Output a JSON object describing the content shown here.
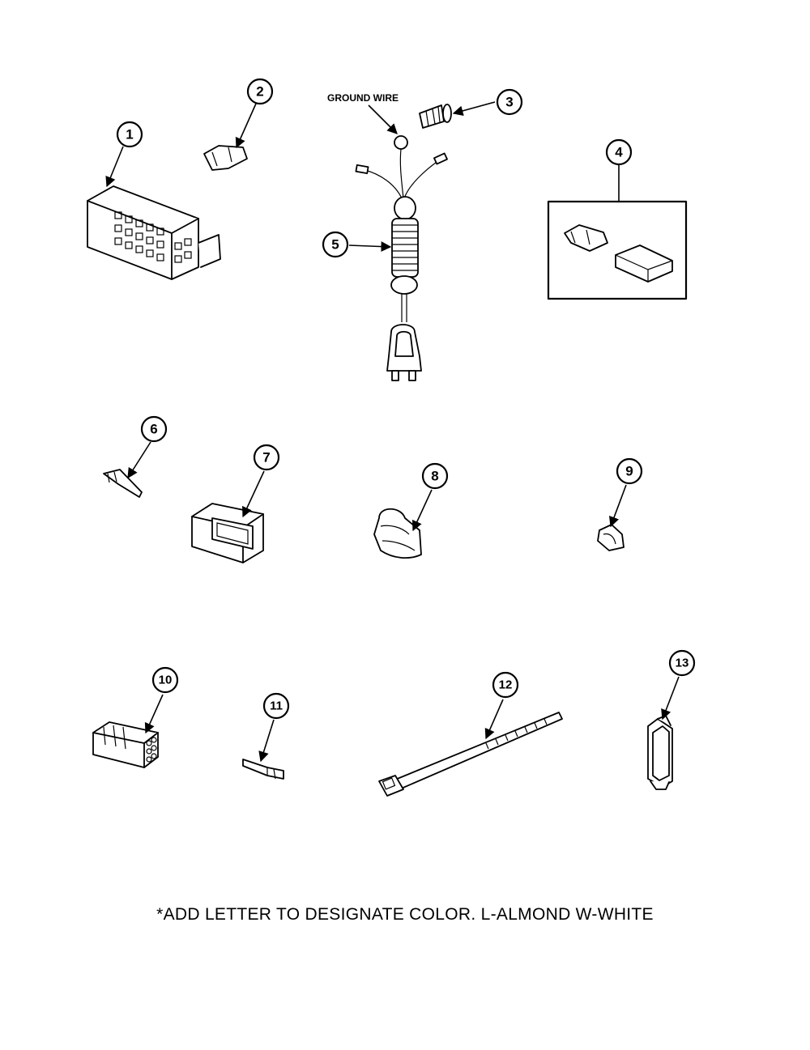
{
  "callouts": [
    "1",
    "2",
    "3",
    "4",
    "5",
    "6",
    "7",
    "8",
    "9",
    "10",
    "11",
    "12",
    "13"
  ],
  "labels": {
    "ground_wire": "GROUND WIRE"
  },
  "footnote": "*ADD LETTER TO DESIGNATE COLOR. L-ALMOND W-WHITE",
  "colors": {
    "ink": "#000000",
    "paper": "#ffffff"
  }
}
